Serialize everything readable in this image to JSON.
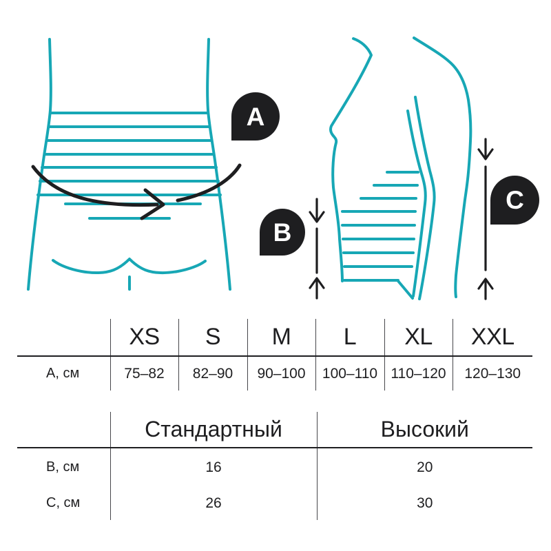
{
  "colors": {
    "teal": "#17a7b5",
    "ink": "#1e1e20"
  },
  "diagram": {
    "badges": {
      "a": "A",
      "b": "B",
      "c": "C"
    }
  },
  "size_table": {
    "columns": [
      "XS",
      "S",
      "M",
      "L",
      "XL",
      "XXL"
    ],
    "row": {
      "label": "A, см",
      "values": [
        "75–82",
        "82–90",
        "90–100",
        "100–110",
        "110–120",
        "120–130"
      ]
    }
  },
  "height_table": {
    "columns": [
      "Стандартный",
      "Высокий"
    ],
    "rows": [
      {
        "label": "B, см",
        "values": [
          "16",
          "20"
        ]
      },
      {
        "label": "C, см",
        "values": [
          "26",
          "30"
        ]
      }
    ]
  }
}
